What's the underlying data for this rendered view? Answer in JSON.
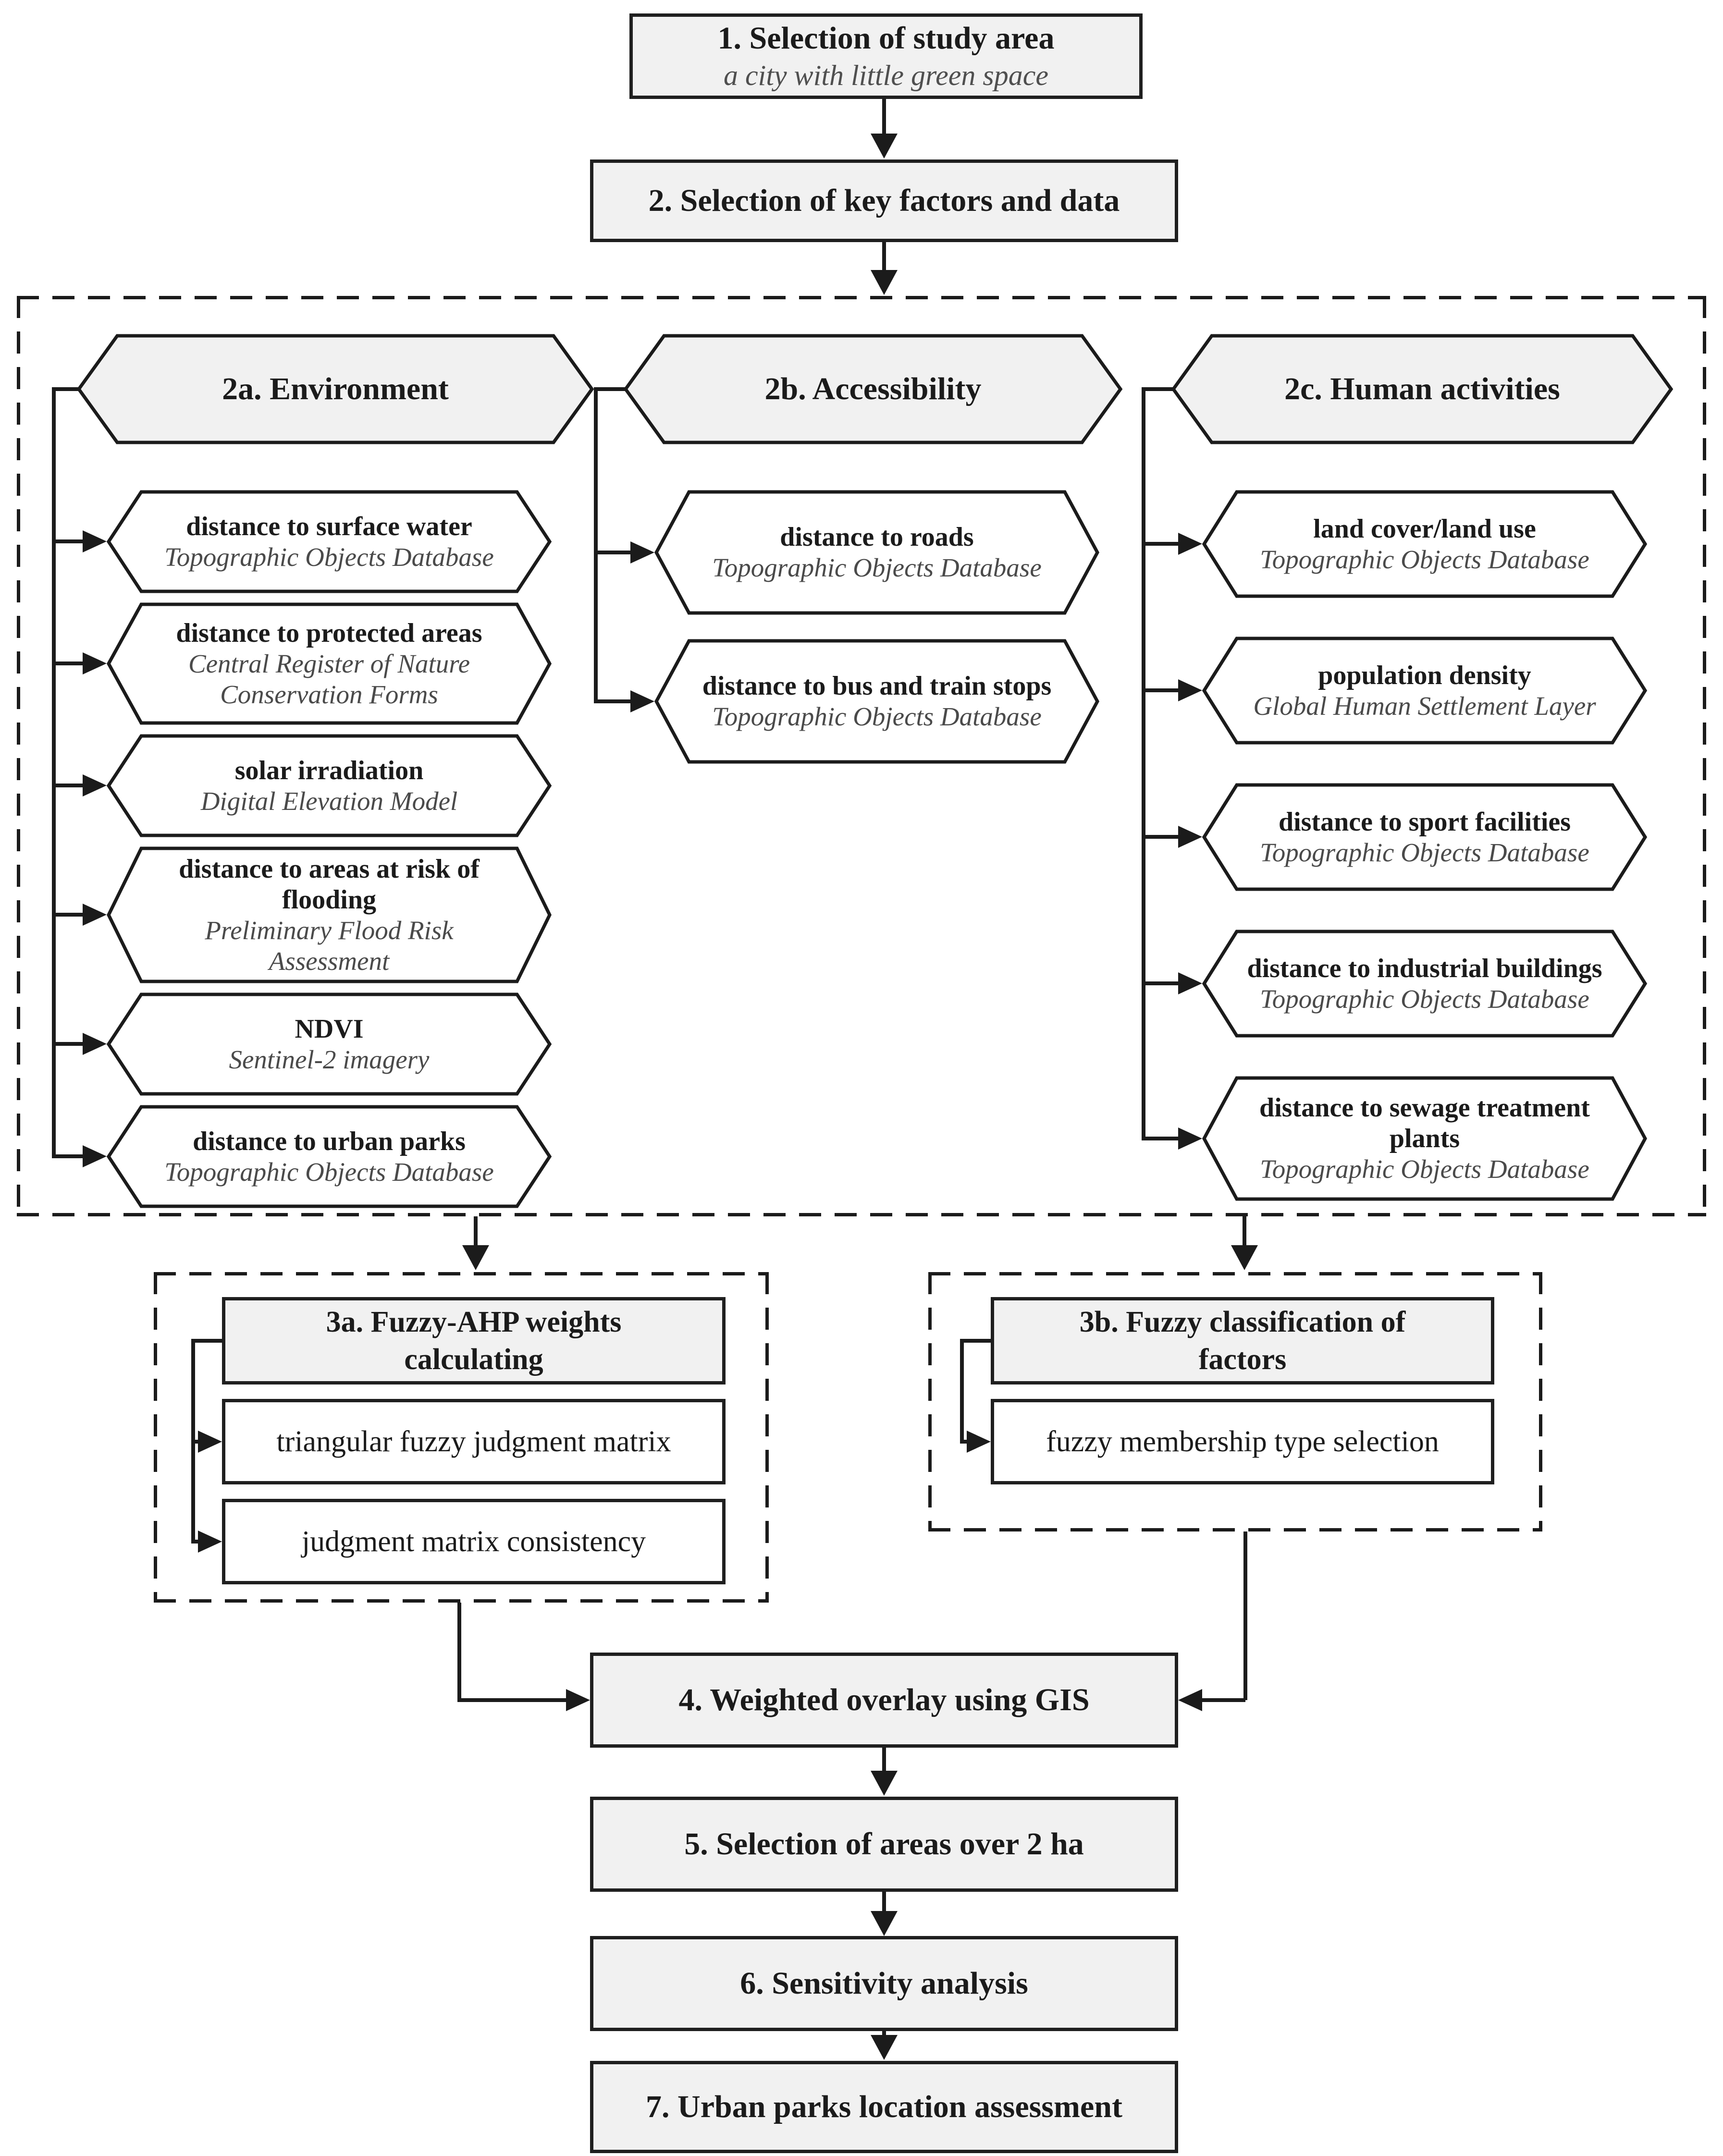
{
  "steps": {
    "s1": {
      "title": "1. Selection of study area",
      "subtitle": "a city with little green space"
    },
    "s2": {
      "title": "2. Selection of key factors and data"
    },
    "s4": {
      "title": "4. Weighted overlay using GIS"
    },
    "s5": {
      "title": "5. Selection of areas over 2 ha"
    },
    "s6": {
      "title": "6. Sensitivity analysis"
    },
    "s7": {
      "title": "7. Urban parks location assessment"
    }
  },
  "groups": {
    "env": {
      "header": "2a. Environment",
      "items": [
        {
          "name": "distance to surface water",
          "source": "Topographic Objects Database"
        },
        {
          "name": "distance to protected areas",
          "source": "Central Register of Nature\nConservation Forms"
        },
        {
          "name": "solar irradiation",
          "source": "Digital Elevation Model"
        },
        {
          "name": "distance to areas at risk of\nflooding",
          "source": "Preliminary Flood Risk\nAssessment"
        },
        {
          "name": "NDVI",
          "source": "Sentinel-2 imagery"
        },
        {
          "name": "distance to urban parks",
          "source": "Topographic Objects Database"
        }
      ]
    },
    "acc": {
      "header": "2b. Accessibility",
      "items": [
        {
          "name": "distance to roads",
          "source": "Topographic Objects Database"
        },
        {
          "name": "distance to bus and train stops",
          "source": "Topographic Objects Database"
        }
      ]
    },
    "hum": {
      "header": "2c. Human activities",
      "items": [
        {
          "name": "land cover/land use",
          "source": "Topographic Objects Database"
        },
        {
          "name": "population density",
          "source": "Global Human Settlement Layer"
        },
        {
          "name": "distance to sport facilities",
          "source": "Topographic Objects Database"
        },
        {
          "name": "distance to industrial buildings",
          "source": "Topographic Objects Database"
        },
        {
          "name": "distance to sewage treatment\nplants",
          "source": "Topographic Objects Database"
        }
      ]
    }
  },
  "fuzzy_ahp": {
    "header": "3a. Fuzzy-AHP weights\ncalculating",
    "items": [
      "triangular fuzzy judgment matrix",
      "judgment matrix consistency"
    ]
  },
  "fuzzy_class": {
    "header": "3b. Fuzzy classification of\nfactors",
    "items": [
      "fuzzy membership type selection"
    ]
  },
  "colors": {
    "ink": "#1b1b1b",
    "node_fill_gray": "#f1f1f1",
    "node_fill_white": "#ffffff",
    "source_text": "#4a4a4a"
  }
}
